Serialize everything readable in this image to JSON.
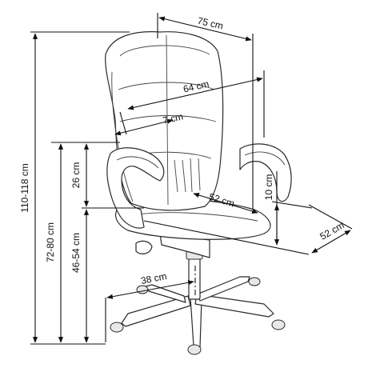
{
  "diagram": {
    "dimensions": {
      "overall_height": "110-118 cm",
      "seat_height": "72-80 cm",
      "armrest_height": "46-54 cm",
      "backrest_gap": "26 cm",
      "overall_width": "75 cm",
      "backrest_width": "64 cm",
      "lumbar_depth": "7 cm",
      "seat_width": "52 cm",
      "seat_depth": "52 cm",
      "cushion_thickness": "10 cm",
      "base_radius": "38 cm"
    }
  }
}
